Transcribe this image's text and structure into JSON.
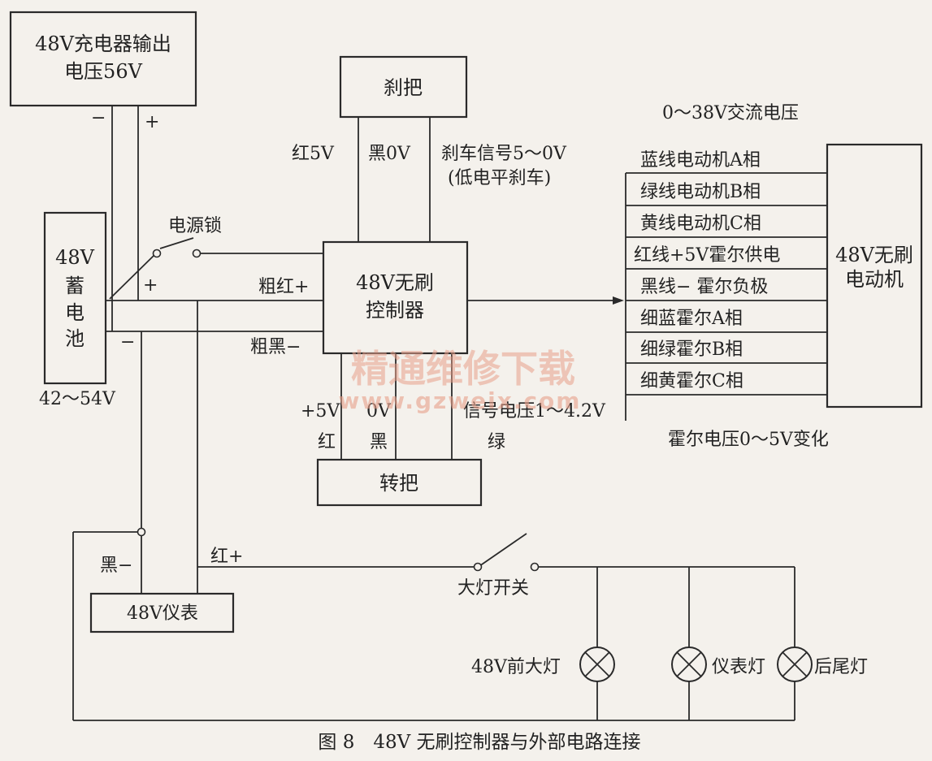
{
  "boxes": {
    "charger": [
      "48V充电器输出",
      "电压56V"
    ],
    "brake": "刹把",
    "battery": [
      "48V",
      "蓄",
      "电",
      "池"
    ],
    "controller": [
      "48V无刷",
      "控制器"
    ],
    "motor": [
      "48V无刷",
      "电动机"
    ],
    "throttle": "转把",
    "meter": "48V仪表"
  },
  "labels": {
    "charger_minus": "−",
    "charger_plus": "+",
    "power_lock": "电源锁",
    "battery_plus": "+",
    "battery_minus": "−",
    "battery_voltage": "42～54V",
    "thick_red": "粗红+",
    "thick_black": "粗黑−",
    "brake_red": "红5V",
    "brake_black": "黑0V",
    "brake_signal": [
      "刹车信号5～0V",
      "(低电平刹车)"
    ],
    "ac_voltage": "0～38V交流电压",
    "throttle_p5v": "+5V",
    "throttle_0v": "0V",
    "throttle_signal": "信号电压1～4.2V",
    "throttle_red": "红",
    "throttle_black": "黑",
    "throttle_green": "绿",
    "hall_voltage": "霍尔电压0～5V变化",
    "meter_black": "黑−",
    "meter_red": "红+",
    "headlight_switch": "大灯开关",
    "headlight": "48V前大灯",
    "meter_light": "仪表灯",
    "tail_light": "后尾灯"
  },
  "motor_wires": [
    "蓝线电动机A相",
    "绿线电动机B相",
    "黄线电动机C相",
    "红线+5V霍尔供电",
    "黑线− 霍尔负极",
    "细蓝霍尔A相",
    "细绿霍尔B相",
    "细黄霍尔C相"
  ],
  "watermark": {
    "title": "精通维修下载",
    "url": "www.gzweix.com"
  },
  "caption": "图 8　48V 无刷控制器与外部电路连接"
}
